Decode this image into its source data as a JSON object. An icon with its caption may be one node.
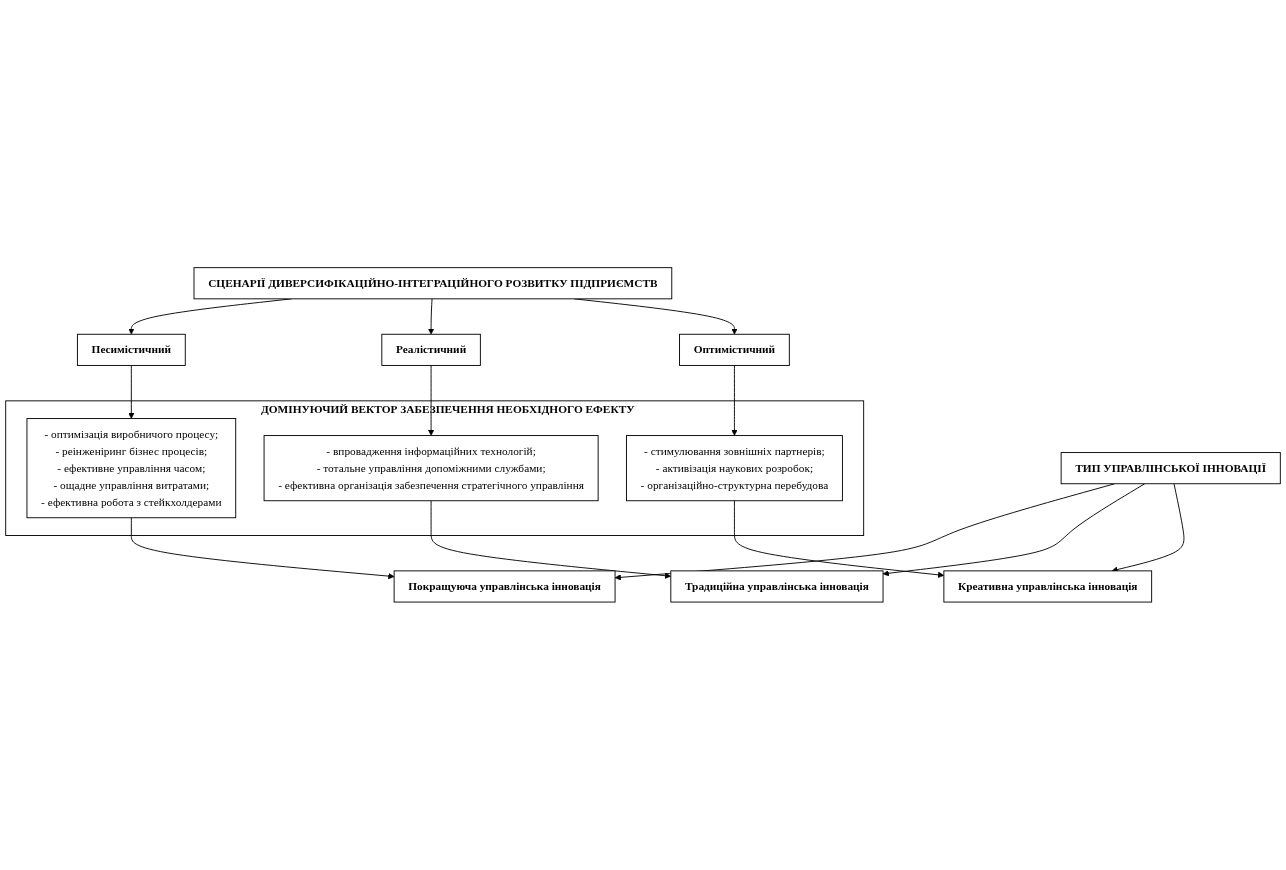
{
  "diagram": {
    "nodes": [
      {
        "text": [
          "СЦЕНАРІЇ ДИВЕРСИФІКАЦІЙНО-ІНТЕГРАЦІЙНОГО РОЗВИТКУ ПІДПРИЄМСТВ"
        ]
      },
      {
        "text": [
          "Песимістичний"
        ]
      },
      {
        "text": [
          "Реалістичний"
        ]
      },
      {
        "text": [
          "Оптимістичний"
        ]
      },
      {
        "text": [
          "ДОМІНУЮЧИЙ ВЕКТОР ЗАБЕЗПЕЧЕННЯ НЕОБХІДНОГО ЕФЕКТУ"
        ]
      },
      {
        "text": [
          "- оптимізація виробничого процесу;",
          "- реінженіринг бізнес процесів;",
          "- ефективне управління часом;",
          "- ощадне управління витратами;",
          "- ефективна робота з стейкхолдерами"
        ],
        "in": 4
      },
      {
        "text": [
          "- впровадження інформаційних технологій;",
          "- тотальне управління допоміжними службами;",
          "- ефективна організація забезпечення стратегічного управління"
        ],
        "in": 4
      },
      {
        "text": [
          "- стимулювання зовнішніх партнерів;",
          "- активізація наукових розробок;",
          "- організаційно-структурна перебудова"
        ],
        "in": 4
      },
      {
        "text": [
          "Покращуюча управлінська інновація"
        ]
      },
      {
        "text": [
          "Традиційна управлінська інновація"
        ]
      },
      {
        "text": [
          "Креативна управлінська інновація"
        ]
      },
      {
        "text": [
          "ТИП УПРАВЛІНСЬКОЇ ІННОВАЦІЇ"
        ]
      }
    ],
    "edges": [
      {
        "from": 0,
        "to": 1,
        "arrow": "to"
      },
      {
        "from": 0,
        "to": 2,
        "arrow": "to"
      },
      {
        "from": 0,
        "to": 3,
        "arrow": "to"
      },
      {
        "from": 1,
        "to": 5,
        "arrow": "to"
      },
      {
        "from": 2,
        "to": 6,
        "arrow": "to"
      },
      {
        "from": 3,
        "to": 7,
        "arrow": "to"
      },
      {
        "from": 5,
        "to": 8,
        "arrow": "to"
      },
      {
        "from": 6,
        "to": 9,
        "arrow": "to"
      },
      {
        "from": 7,
        "to": 10,
        "arrow": "to"
      },
      {
        "from": 11,
        "to": 8,
        "arrow": "to"
      },
      {
        "from": 11,
        "to": 9,
        "arrow": "to"
      },
      {
        "from": 11,
        "to": 10,
        "arrow": "to"
      }
    ]
  }
}
